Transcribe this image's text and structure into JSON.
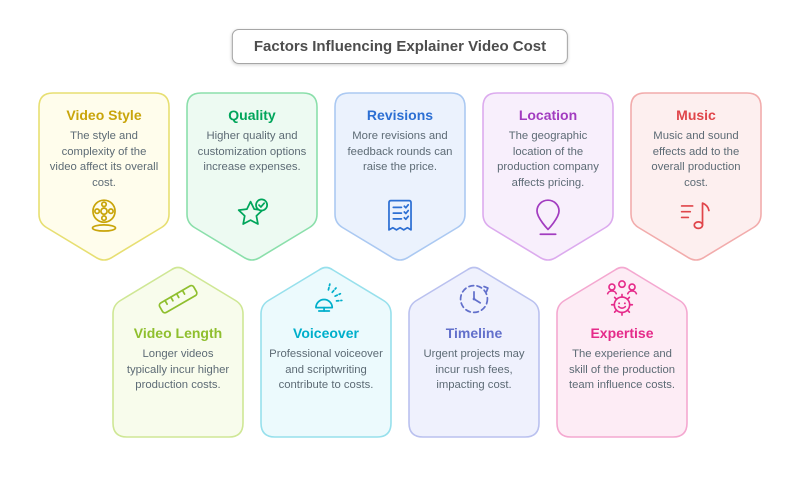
{
  "header": {
    "title": "Factors Influencing Explainer Video Cost"
  },
  "body_text_color": "#5d6b75",
  "cards": [
    {
      "title": "Video Style",
      "desc": "The style and complexity of the video affect its overall cost.",
      "icon": "film-reel-icon",
      "row": "top",
      "colors": {
        "accent": "#c9a50b",
        "border": "#e7df72",
        "bg": "#fffdec"
      }
    },
    {
      "title": "Quality",
      "desc": "Higher quality and customization options increase expenses.",
      "icon": "star-check-icon",
      "row": "top",
      "colors": {
        "accent": "#00a55b",
        "border": "#8bdfab",
        "bg": "#edfaf2"
      }
    },
    {
      "title": "Revisions",
      "desc": "More revisions and feedback rounds can raise the price.",
      "icon": "checklist-receipt-icon",
      "row": "top",
      "colors": {
        "accent": "#2c6fd3",
        "border": "#abc9f2",
        "bg": "#ebf2fd"
      }
    },
    {
      "title": "Location",
      "desc": "The geographic location of the production company affects pricing.",
      "icon": "map-pin-icon",
      "row": "top",
      "colors": {
        "accent": "#a23cc0",
        "border": "#dcabee",
        "bg": "#f8effc"
      }
    },
    {
      "title": "Music",
      "desc": "Music and sound effects add to the overall production cost.",
      "icon": "music-note-icon",
      "row": "top",
      "colors": {
        "accent": "#e0454a",
        "border": "#f2acac",
        "bg": "#fdefef"
      }
    },
    {
      "title": "Video Length",
      "desc": "Longer videos typically incur higher production costs.",
      "icon": "ruler-icon",
      "row": "bottom",
      "colors": {
        "accent": "#8fbf2e",
        "border": "#cfe795",
        "bg": "#f8fcec"
      }
    },
    {
      "title": "Voiceover",
      "desc": "Professional voiceover and scriptwriting contribute to costs.",
      "icon": "microphone-icon",
      "row": "bottom",
      "colors": {
        "accent": "#00afcb",
        "border": "#97e0ec",
        "bg": "#ecfafd"
      }
    },
    {
      "title": "Timeline",
      "desc": "Urgent projects may incur rush fees, impacting cost.",
      "icon": "clock-icon",
      "row": "bottom",
      "colors": {
        "accent": "#6270cb",
        "border": "#bac1ef",
        "bg": "#eff1fd"
      }
    },
    {
      "title": "Expertise",
      "desc": "The experience and skill of the production team influence costs.",
      "icon": "team-gear-icon",
      "row": "bottom",
      "colors": {
        "accent": "#e52b8a",
        "border": "#f4a8d0",
        "bg": "#fdecf5"
      }
    }
  ]
}
